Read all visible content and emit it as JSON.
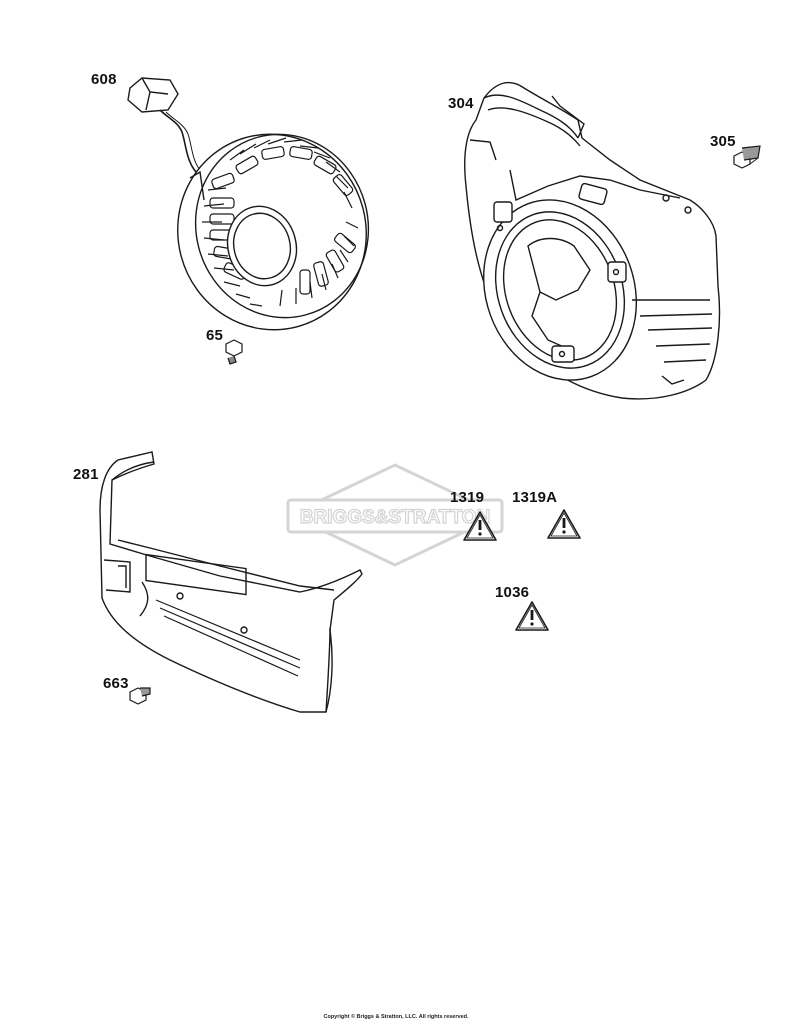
{
  "parts": {
    "p608": "608",
    "p304": "304",
    "p305": "305",
    "p65": "65",
    "p281": "281",
    "p1319": "1319",
    "p1319A": "1319A",
    "p1036": "1036",
    "p663": "663"
  },
  "watermark": {
    "text": "BRIGGS&STRATTON"
  },
  "footer": {
    "copyright": "Copyright © Briggs & Stratton, LLC. All rights reserved."
  },
  "colors": {
    "line": "#1a1a1a",
    "watermark": "#d8d8d8"
  }
}
